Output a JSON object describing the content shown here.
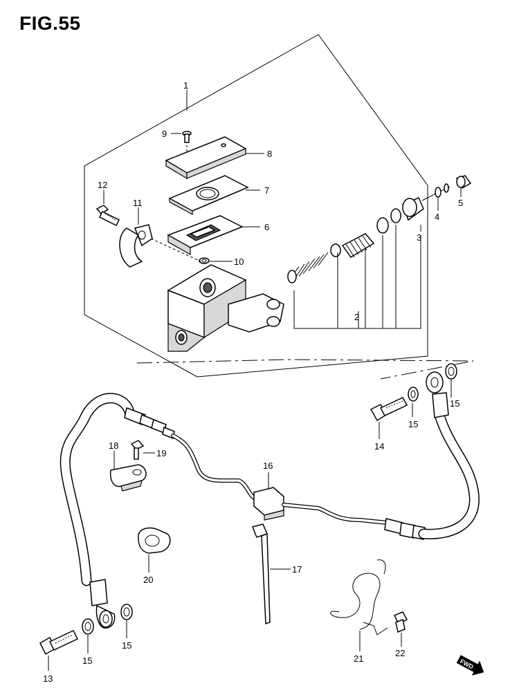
{
  "figure": {
    "title": "FIG.55"
  },
  "callouts": [
    {
      "id": "c1",
      "text": "1"
    },
    {
      "id": "c2",
      "text": "2"
    },
    {
      "id": "c3",
      "text": "3"
    },
    {
      "id": "c4",
      "text": "4"
    },
    {
      "id": "c5",
      "text": "5"
    },
    {
      "id": "c6",
      "text": "6"
    },
    {
      "id": "c7",
      "text": "7"
    },
    {
      "id": "c8",
      "text": "8"
    },
    {
      "id": "c9",
      "text": "9"
    },
    {
      "id": "c10",
      "text": "10"
    },
    {
      "id": "c11",
      "text": "11"
    },
    {
      "id": "c12",
      "text": "12"
    },
    {
      "id": "c13",
      "text": "13"
    },
    {
      "id": "c14",
      "text": "14"
    },
    {
      "id": "c15a",
      "text": "15"
    },
    {
      "id": "c15b",
      "text": "15"
    },
    {
      "id": "c15c",
      "text": "15"
    },
    {
      "id": "c15d",
      "text": "15"
    },
    {
      "id": "c16",
      "text": "16"
    },
    {
      "id": "c17",
      "text": "17"
    },
    {
      "id": "c18",
      "text": "18"
    },
    {
      "id": "c19",
      "text": "19"
    },
    {
      "id": "c20",
      "text": "20"
    },
    {
      "id": "c21",
      "text": "21"
    },
    {
      "id": "c22",
      "text": "22"
    }
  ],
  "direction_badge": {
    "text": "FWD"
  }
}
